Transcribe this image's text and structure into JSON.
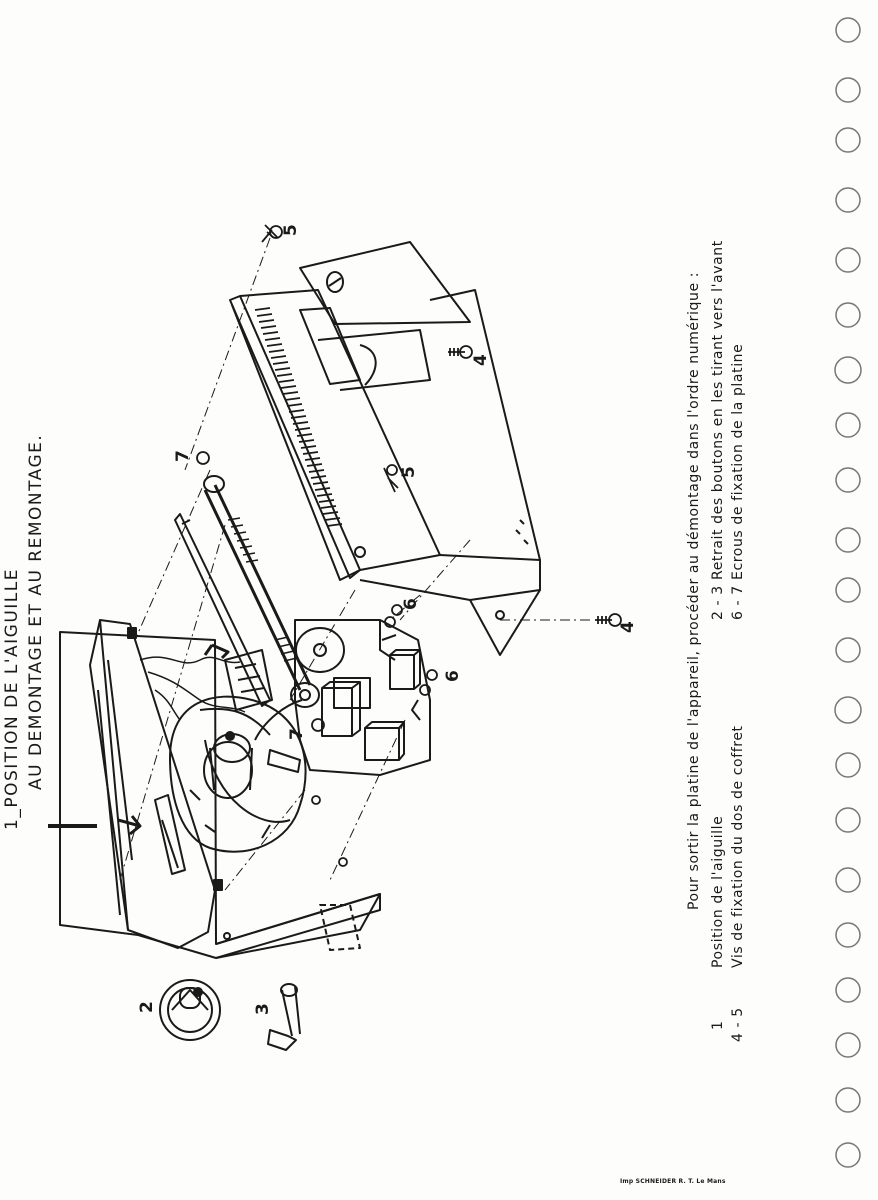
{
  "title": {
    "line1": "1_POSITION DE L'AIGUILLE",
    "line2": "AU DEMONTAGE ET AU REMONTAGE."
  },
  "instruction": "Pour sortir la platine de l'appareil, procéder au démontage dans l'ordre numérique :",
  "legend": [
    {
      "num": "1",
      "text": "Position de l'aiguille"
    },
    {
      "num": "4 - 5",
      "text": "Vis de fixation du dos de coffret"
    },
    {
      "num": "2 - 3",
      "text": "Retrait des boutons en les tirant vers l'avant"
    },
    {
      "num": "6 - 7",
      "text": "Ecrous de fixation de la platine"
    }
  ],
  "callouts": [
    "2",
    "3",
    "4",
    "4",
    "5",
    "5",
    "6",
    "6",
    "7",
    "7"
  ],
  "imprint": "Imp SCHNEIDER R. T. Le Mans"
}
